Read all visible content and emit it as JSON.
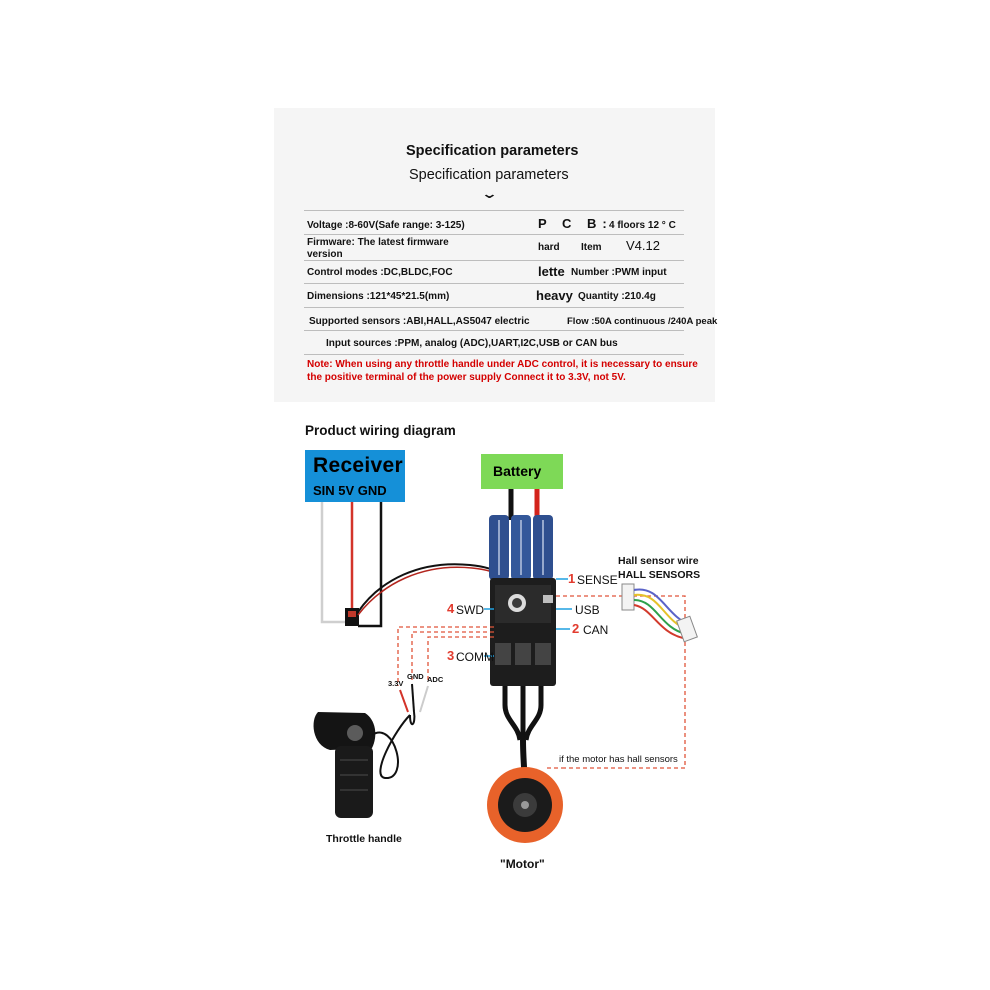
{
  "spec": {
    "title": "Specification parameters",
    "subtitle": "Specification parameters",
    "chevron": "⌄",
    "voltage": "Voltage :8-60V(Safe range: 3-125)",
    "pcb_label": "P C B:",
    "pcb_value": "4 floors 12 ° C",
    "firmware_l1": "Firmware: The latest firmware",
    "firmware_l2": "version",
    "hard": "hard",
    "item": "Item",
    "item_value": "V4.12",
    "control_modes": "Control modes :DC,BLDC,FOC",
    "lette": "lette",
    "number": "Number :PWM input",
    "dimensions": "Dimensions :121*45*21.5(mm)",
    "heavy": "heavy",
    "quantity": "Quantity :210.4g",
    "sensors": "Supported sensors :ABI,HALL,AS5047 electric",
    "flow": "Flow :50A continuous /240A peak",
    "inputs": "Input sources :PPM, analog (ADC),UART,I2C,USB or CAN bus",
    "note": "Note: When using any throttle handle under ADC control, it is necessary to ensure the positive terminal of the power supply Connect it to 3.3V, not 5V."
  },
  "wiring": {
    "title": "Product wiring diagram",
    "receiver_title": "Receiver",
    "receiver_pins": "SIN  5V  GND",
    "battery": "Battery",
    "sense_num": "1",
    "sense": "SENSE",
    "usb": "USB",
    "can_num": "2",
    "can": "CAN",
    "swd_num": "4",
    "swd": "SWD",
    "comm_num": "3",
    "comm": "COMM",
    "hall_l1": "Hall sensor wire",
    "hall_l2": "HALL SENSORS",
    "pin_33": "3.3V",
    "pin_gnd": "GND",
    "pin_adc": "ADC",
    "hall_note": "if the motor has hall sensors",
    "throttle": "Throttle handle",
    "motor": "\"Motor\""
  },
  "colors": {
    "note_red": "#d40000",
    "accent_red": "#e23b2e",
    "receiver_blue": "#1590d8",
    "battery_green": "#7ed957",
    "motor_orange": "#e8622a"
  }
}
